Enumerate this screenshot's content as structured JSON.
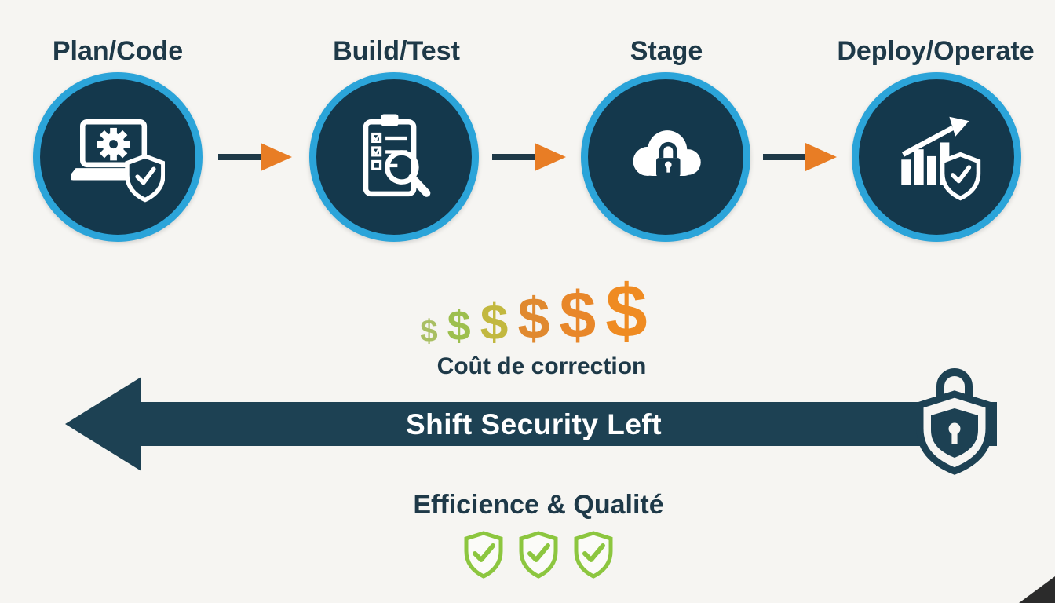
{
  "title": "Shift Security Left diagram",
  "colors": {
    "navy_text": "#1e3948",
    "circle_fill": "#14384c",
    "circle_border": "#2ba4d9",
    "connector_orange": "#e87d25",
    "banner_fill": "#1d4153",
    "shield_green": "#8cc63f",
    "background": "#f6f5f2"
  },
  "pipeline": {
    "stages": [
      {
        "label": "Plan/Code",
        "icon": "laptop-gear-shield-icon"
      },
      {
        "label": "Build/Test",
        "icon": "checklist-magnifier-icon"
      },
      {
        "label": "Stage",
        "icon": "cloud-lock-icon"
      },
      {
        "label": "Deploy/Operate",
        "icon": "growth-chart-shield-icon"
      }
    ]
  },
  "cost": {
    "dollar_signs": [
      "$",
      "$",
      "$",
      "$",
      "$",
      "$"
    ],
    "label": "Coût de correction"
  },
  "banner": {
    "label": "Shift Security Left"
  },
  "quality": {
    "label": "Efficience & Qualité",
    "shield_count": 3
  }
}
